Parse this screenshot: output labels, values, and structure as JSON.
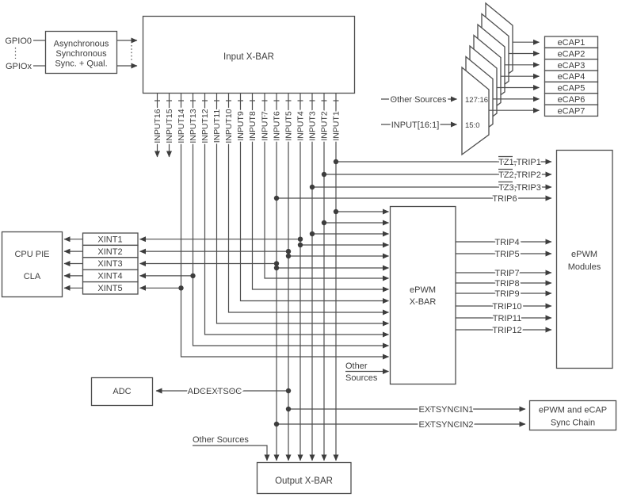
{
  "diagram": {
    "title_note": "Input X-BAR signal routing diagram",
    "gpio": {
      "top": "GPIO0",
      "bottom": "GPIOx"
    },
    "sync_box": {
      "line1": "Asynchronous",
      "line2": "Synchronous",
      "line3": "Sync. + Qual."
    },
    "input_xbar": {
      "label": "Input X-BAR"
    },
    "inputs": [
      "INPUT1",
      "INPUT2",
      "INPUT3",
      "INPUT4",
      "INPUT5",
      "INPUT6",
      "INPUT7",
      "INPUT8",
      "INPUT9",
      "INPUT10",
      "INPUT11",
      "INPUT12",
      "INPUT13",
      "INPUT14",
      "INPUT15",
      "INPUT16"
    ],
    "mux": {
      "other_sources": "Other Sources",
      "input_bus": "INPUT[16:1]",
      "upper_range": "127:16",
      "lower_range": "15:0"
    },
    "ecaps": [
      "eCAP1",
      "eCAP2",
      "eCAP3",
      "eCAP4",
      "eCAP5",
      "eCAP6",
      "eCAP7"
    ],
    "cpu_box": {
      "line1": "CPU PIE",
      "line2": "CLA"
    },
    "xints": [
      "XINT1",
      "XINT2",
      "XINT3",
      "XINT4",
      "XINT5"
    ],
    "tz_signals": [
      "TZ1,TRIP1",
      "TZ2,TRIP2",
      "TZ3,TRIP3",
      "TRIP6"
    ],
    "trip_signals": [
      "TRIP4",
      "TRIP5",
      "TRIP7",
      "TRIP8",
      "TRIP9",
      "TRIP10",
      "TRIP11",
      "TRIP12"
    ],
    "epwm_xbar": {
      "line1": "ePWM",
      "line2": "X-BAR",
      "other1": "Other",
      "other2": "Sources"
    },
    "epwm_modules": {
      "line1": "ePWM",
      "line2": "Modules"
    },
    "adc": {
      "label": "ADC",
      "signal": "ADCEXTSOC"
    },
    "sync_signals": [
      "EXTSYNCIN1",
      "EXTSYNCIN2"
    ],
    "sync_chain": {
      "line1": "ePWM and eCAP",
      "line2": "Sync Chain"
    },
    "output_xbar": {
      "label": "Output X-BAR",
      "other_sources": "Other Sources"
    },
    "colors": {
      "line": "#4d4d4d",
      "text": "#3d3d3d",
      "background": "#ffffff"
    }
  }
}
